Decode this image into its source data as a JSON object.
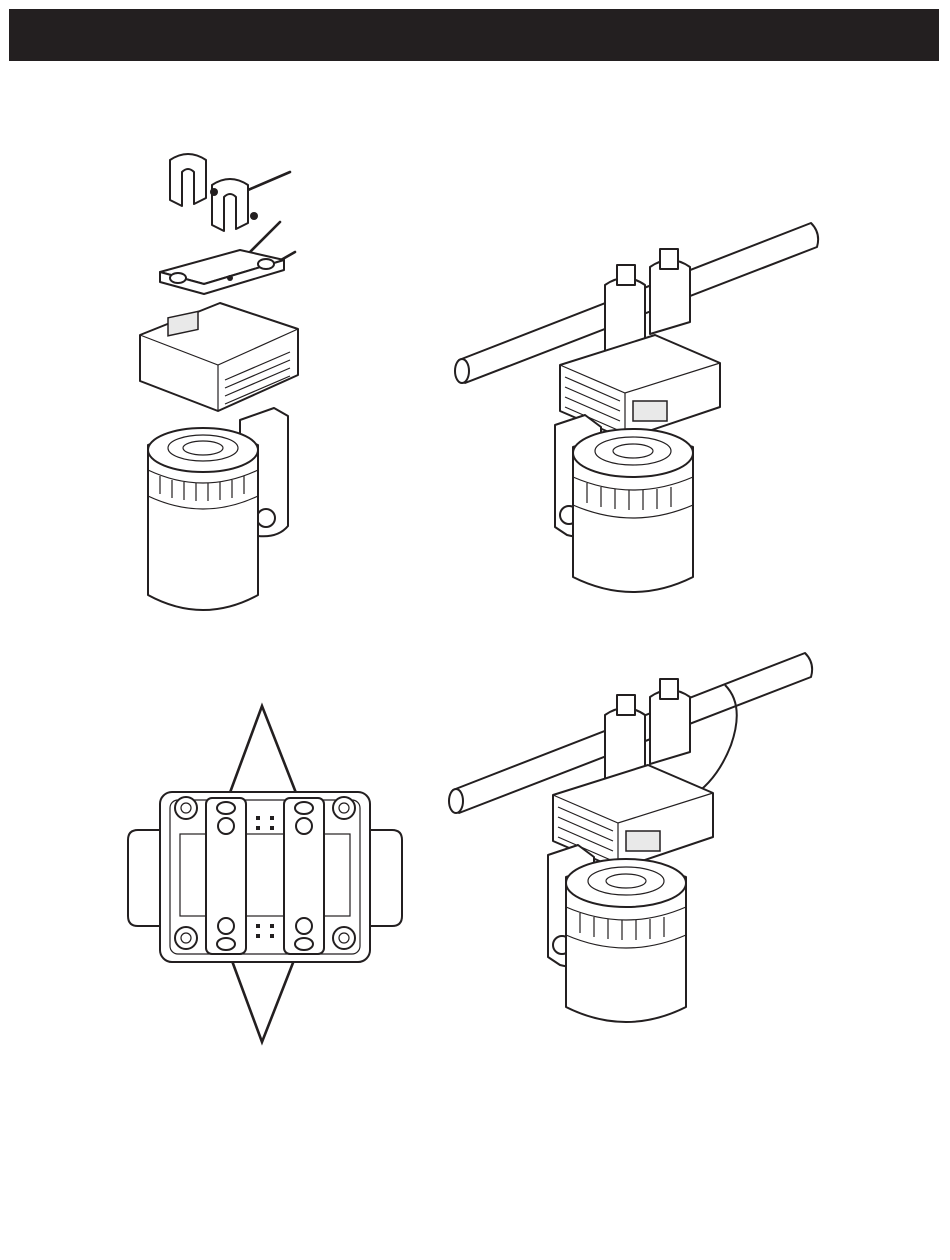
{
  "header": {
    "title": "",
    "background": "#231f20"
  },
  "figures": [
    {
      "id": "exploded-clamp-assembly"
    },
    {
      "id": "fixture-mounted-on-truss"
    },
    {
      "id": "fixture-base-bottom-view"
    },
    {
      "id": "fixture-mounted-with-safety-cable"
    }
  ],
  "colors": {
    "line": "#231f20",
    "fill": "#ffffff"
  }
}
